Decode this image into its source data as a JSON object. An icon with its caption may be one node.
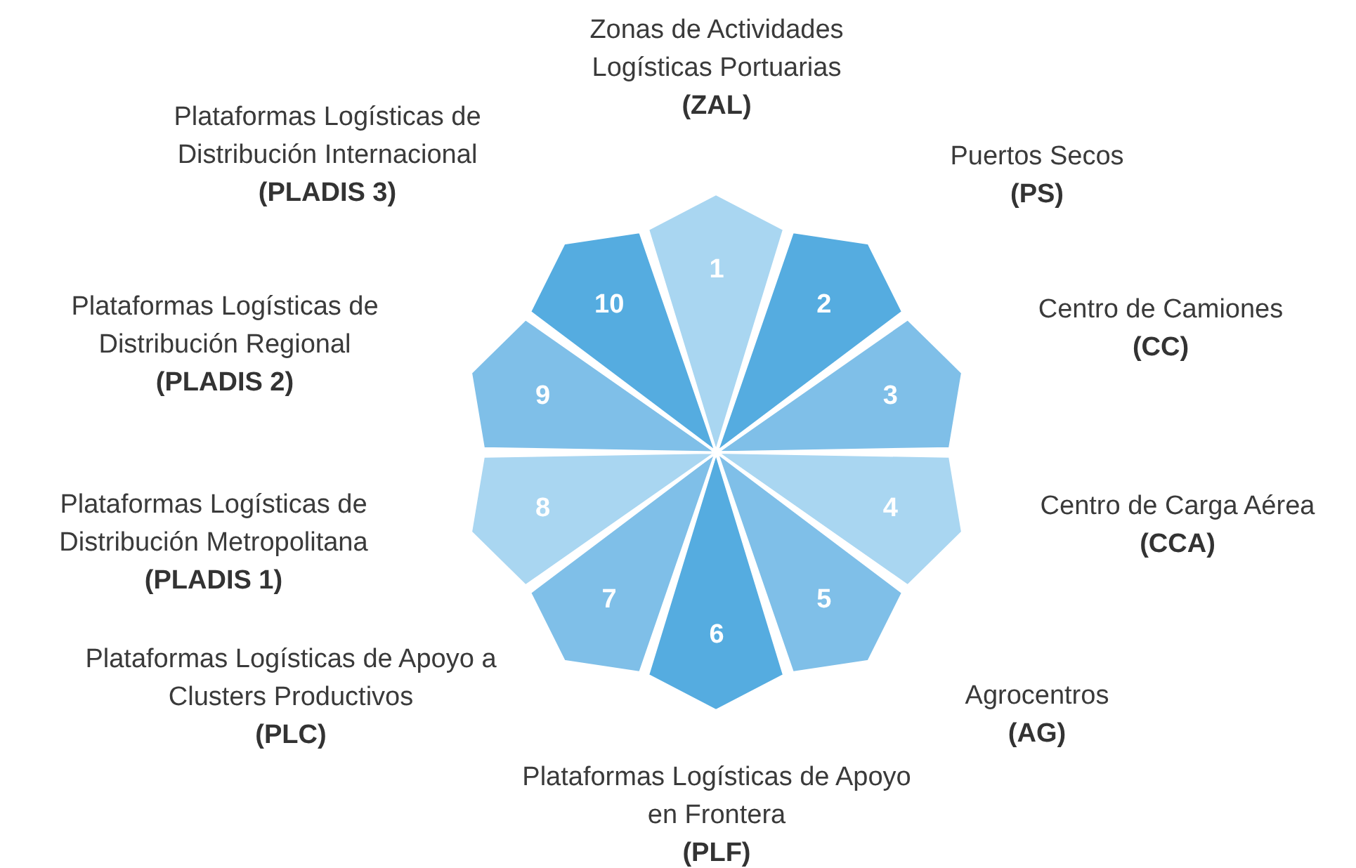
{
  "diagram": {
    "nodes": [
      {
        "text": [
          "1"
        ],
        "beside": [
          "Zonas de Actividades Logísticas Portuarias",
          "(ZAL)"
        ]
      },
      {
        "text": [
          "2"
        ],
        "beside": [
          "Puertos Secos",
          "(PS)"
        ]
      },
      {
        "text": [
          "3"
        ],
        "beside": [
          "Centro de Camiones",
          "(CC)"
        ]
      },
      {
        "text": [
          "4"
        ],
        "beside": [
          "Centro de Carga Aérea",
          "(CCA)"
        ]
      },
      {
        "text": [
          "5"
        ],
        "beside": [
          "Agrocentros",
          "(AG)"
        ]
      },
      {
        "text": [
          "6"
        ],
        "beside": [
          "Plataformas Logísticas de Apoyo en Frontera",
          "(PLF)"
        ]
      },
      {
        "text": [
          "7"
        ],
        "beside": [
          "Plataformas Logísticas de Apoyo a Clusters Productivos",
          "(PLC)"
        ]
      },
      {
        "text": [
          "8"
        ],
        "beside": [
          "Plataformas Logísticas de Distribución Metropolitana",
          "(PLADIS 1)"
        ]
      },
      {
        "text": [
          "9"
        ],
        "beside": [
          "Plataformas Logísticas de Distribución Regional",
          "(PLADIS 2)"
        ]
      },
      {
        "text": [
          "10"
        ],
        "beside": [
          "Plataformas Logísticas de Distribución Internacional",
          "(PLADIS 3)"
        ]
      }
    ]
  }
}
